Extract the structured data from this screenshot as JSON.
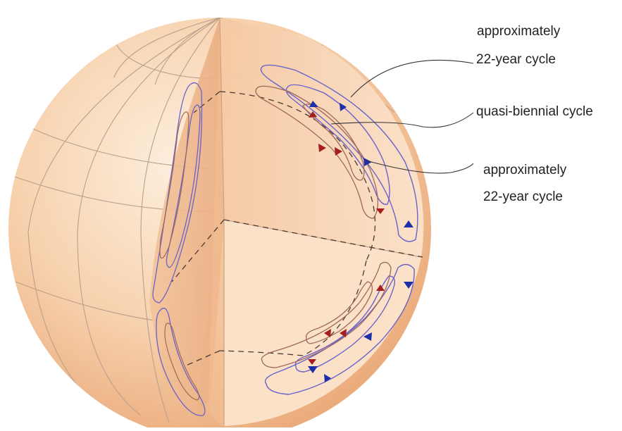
{
  "labels": {
    "top_line1": "approximately",
    "top_line2": "22-year cycle",
    "middle": "quasi-biennial cycle",
    "bottom_line1": "approximately",
    "bottom_line2": "22-year cycle"
  },
  "colors": {
    "sphere_light": "#fbe6d2",
    "sphere_mid": "#f6c99e",
    "sphere_dark": "#e8a678",
    "cut_face": "#f9d9bd",
    "grid": "#b9a08c",
    "blue_loop": "#6a63c9",
    "brown_loop": "#a0685a",
    "arrow_blue": "#1d2ea8",
    "arrow_red": "#a51d1d",
    "leader": "#333333"
  }
}
